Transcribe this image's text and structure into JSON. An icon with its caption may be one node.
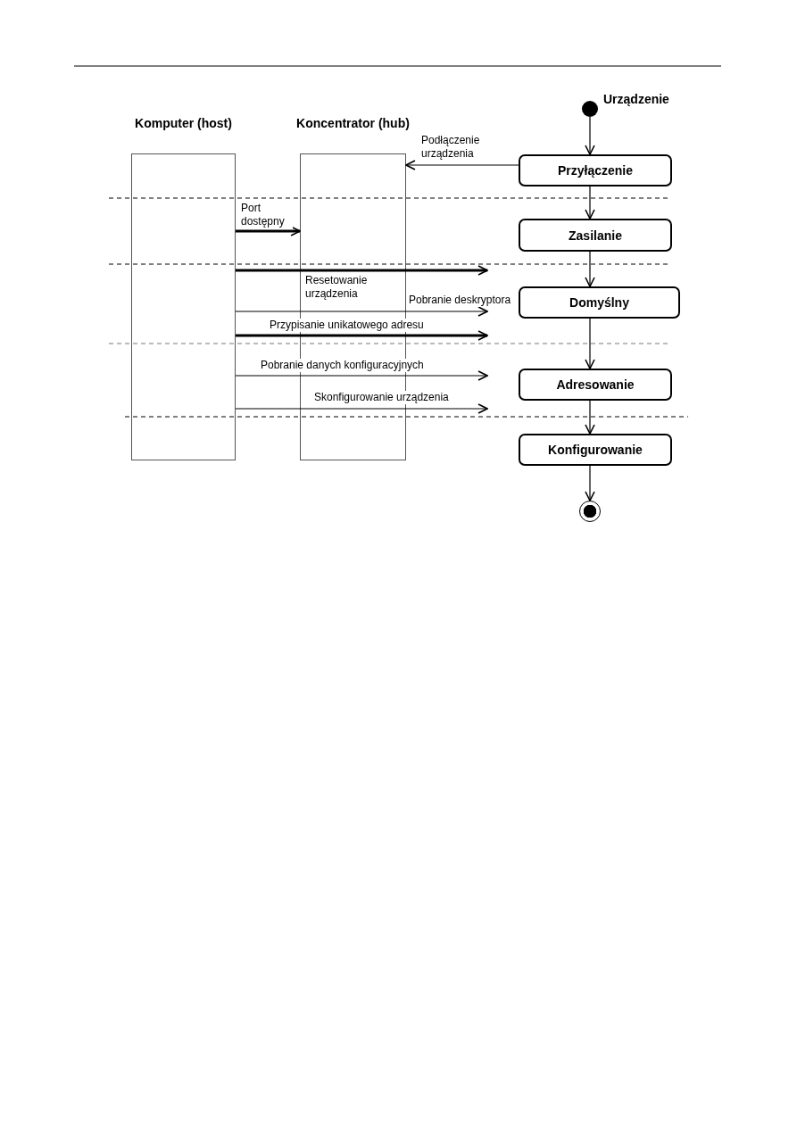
{
  "diagram": {
    "nodes": [
      {
        "text": [
          "Komputer (host)"
        ]
      },
      {
        "text": [
          "Koncentrator (hub)"
        ]
      },
      {
        "text": [],
        "shape": "circle",
        "beside": [
          "Urządzenie"
        ]
      },
      {
        "text": [
          "Przyłączenie"
        ]
      },
      {
        "text": [
          "Zasilanie"
        ]
      },
      {
        "text": [
          "Domyślny"
        ]
      },
      {
        "text": [
          "Adresowanie"
        ]
      },
      {
        "text": [
          "Konfigurowanie"
        ]
      },
      {
        "text": [],
        "shape": "circle"
      }
    ],
    "edges": [
      {
        "from": 2,
        "to": 3,
        "arrow": "to"
      },
      {
        "from": 3,
        "to": 1,
        "arrow": "to",
        "label": "Podłączenie urządzenia"
      },
      {
        "from": 3,
        "to": 4,
        "arrow": "to"
      },
      {
        "from": 0,
        "to": 1,
        "arrow": "to",
        "label": "Port dostępny",
        "style": "thick"
      },
      {
        "from": 4,
        "to": 5,
        "arrow": "to"
      },
      {
        "from": 0,
        "to": null,
        "arrow": "to",
        "label": "Resetowanie urządzenia",
        "style": "thick"
      },
      {
        "from": 0,
        "to": null,
        "arrow": "to",
        "label": "Pobranie deskryptora"
      },
      {
        "from": 0,
        "to": null,
        "arrow": "to",
        "label": "Przypisanie unikatowego adresu",
        "style": "thick"
      },
      {
        "from": 5,
        "to": 6,
        "arrow": "to"
      },
      {
        "from": 0,
        "to": null,
        "arrow": "to",
        "label": "Pobranie danych konfiguracyjnych"
      },
      {
        "from": 0,
        "to": null,
        "arrow": "to",
        "label": "Skonfigurowanie urządzenia"
      },
      {
        "from": 6,
        "to": 7,
        "arrow": "to"
      },
      {
        "from": 7,
        "to": 8,
        "arrow": "to"
      }
    ]
  }
}
